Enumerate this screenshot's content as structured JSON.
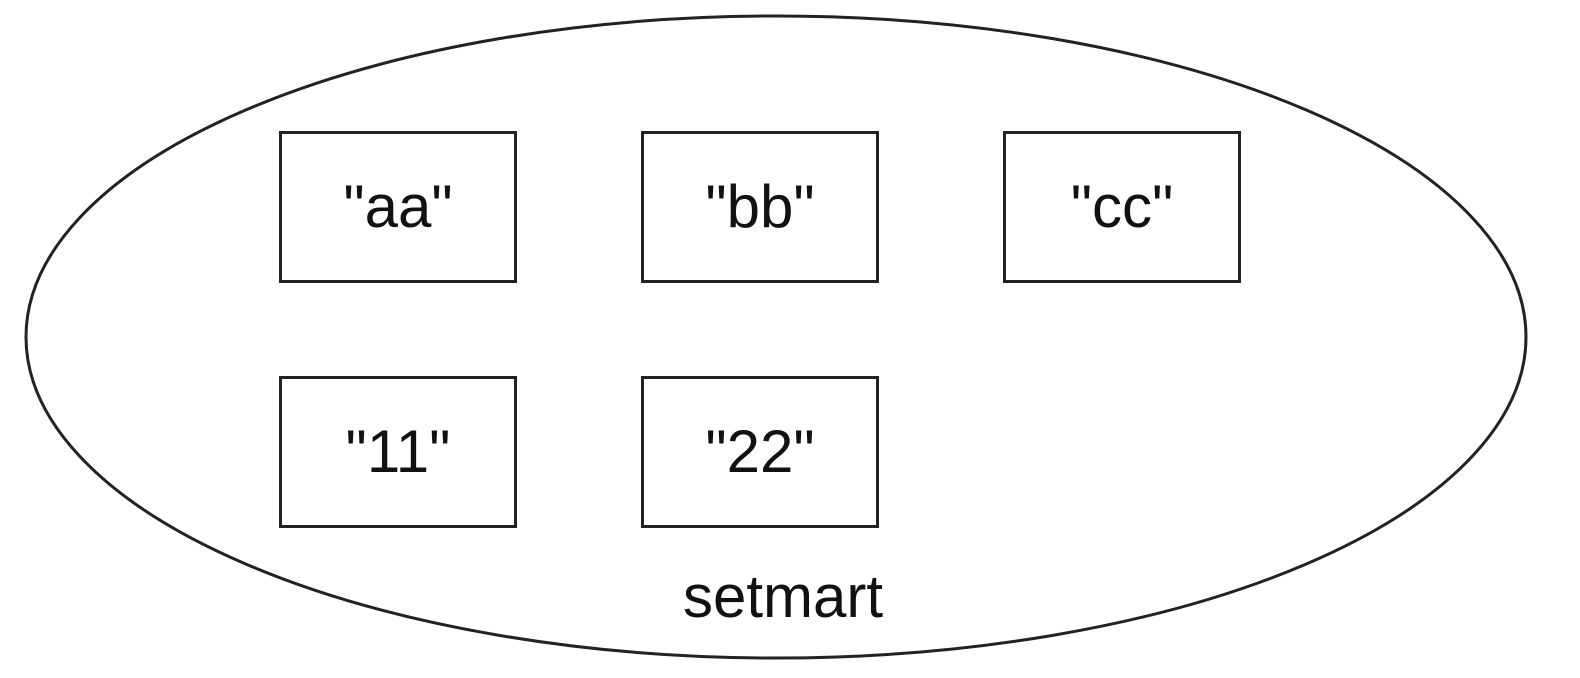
{
  "set": {
    "label": "setmart",
    "elements": [
      "\"aa\"",
      "\"bb\"",
      "\"cc\"",
      "\"11\"",
      "\"22\""
    ]
  }
}
